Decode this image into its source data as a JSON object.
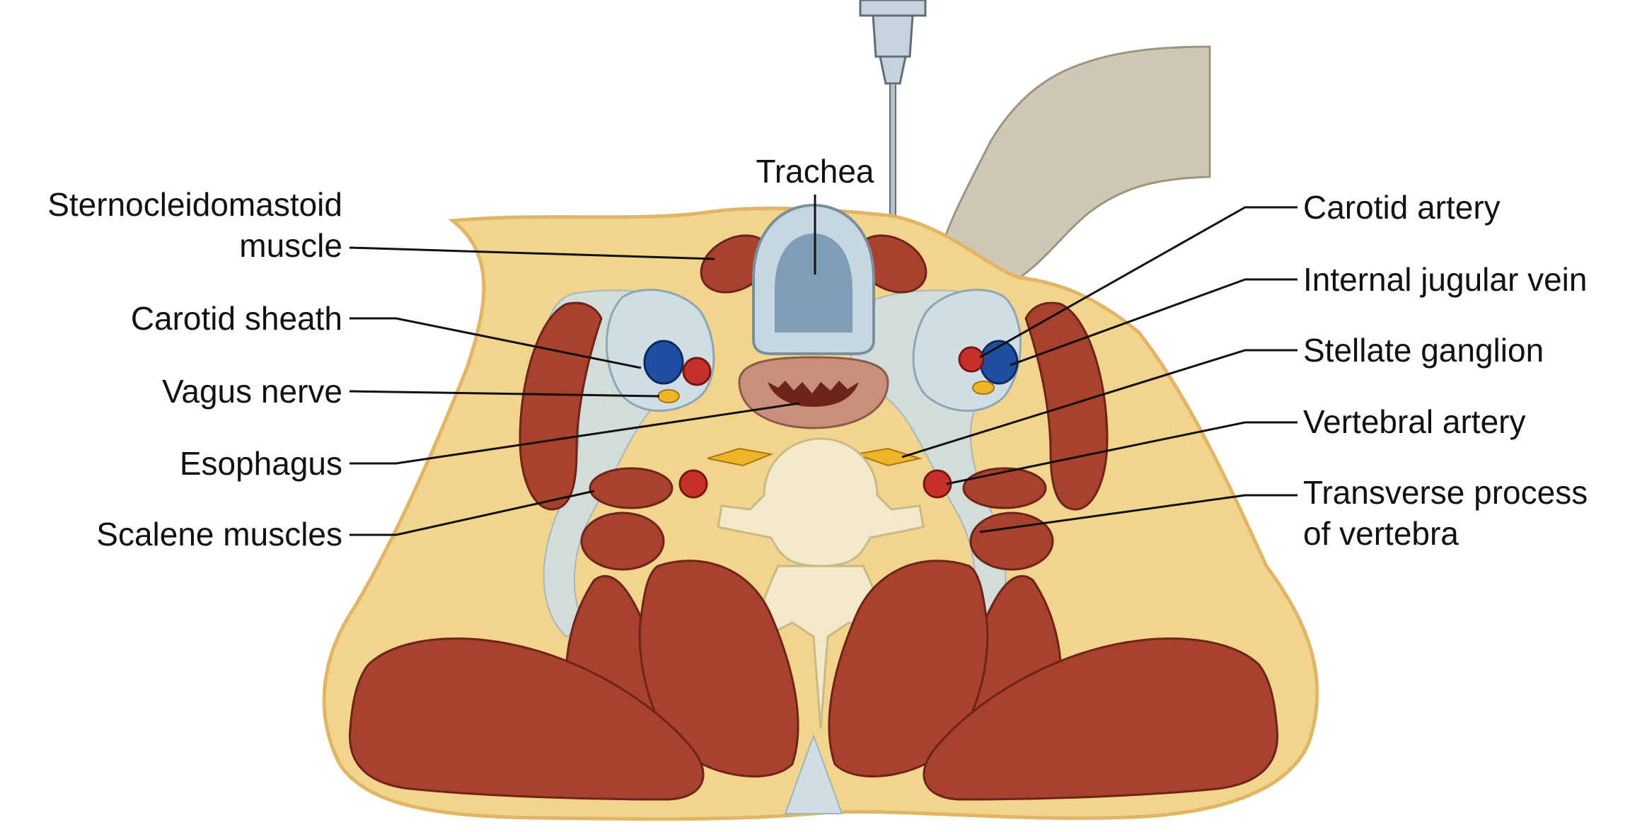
{
  "labels": {
    "trachea": "Trachea",
    "scm_line1": "Sternocleidomastoid",
    "scm_line2": "muscle",
    "carotid_sheath": "Carotid sheath",
    "vagus_nerve": "Vagus nerve",
    "esophagus": "Esophagus",
    "scalene_muscles": "Scalene muscles",
    "carotid_artery": "Carotid artery",
    "internal_jugular_vein": "Internal jugular vein",
    "stellate_ganglion": "Stellate ganglion",
    "vertebral_artery": "Vertebral artery",
    "transverse_line1": "Transverse process",
    "transverse_line2": "of vertebra"
  },
  "colors": {
    "fat": "#f3d48c",
    "fat_outline": "#e0b565",
    "muscle": "#a8412d",
    "muscle_line": "#6e2418",
    "fascia": "#cfdde4",
    "bone": "#f1e9c8",
    "trachea": "#7f9db6",
    "esophagus": "#c98f7d",
    "artery": "#c6302a",
    "vein": "#1e4fa0",
    "nerve": "#f0b526",
    "needle": "#b9c2c9",
    "hand": "#cfc8b4"
  }
}
